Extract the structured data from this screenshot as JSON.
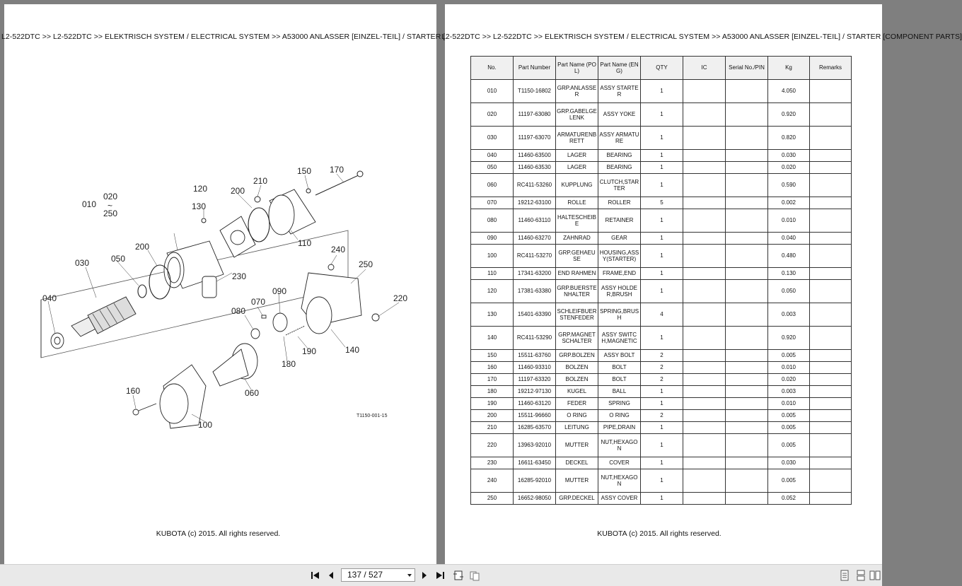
{
  "breadcrumb": "L2-522DTC >> L2-522DTC >> ELEKTRISCH SYSTEM / ELECTRICAL SYSTEM >> A53000   ANLASSER [EINZEL-TEIL] / STARTER [COMPONENT PARTS]",
  "footer": "KUBOTA (c) 2015. All rights reserved.",
  "diagram": {
    "figure_code": "T1150-001-15",
    "callouts": [
      "010",
      "020",
      "~",
      "250",
      "030",
      "040",
      "050",
      "060",
      "070",
      "080",
      "090",
      "100",
      "110",
      "120",
      "130",
      "140",
      "150",
      "160",
      "170",
      "180",
      "190",
      "200",
      "200",
      "210",
      "220",
      "230",
      "240",
      "250"
    ]
  },
  "table": {
    "headers": [
      "No.",
      "Part Number",
      "Part Name (POL)",
      "Part Name (ENG)",
      "QTY",
      "IC",
      "Serial No./PIN",
      "Kg",
      "Remarks"
    ],
    "rows": [
      [
        "010",
        "T1150-16802",
        "GRP.ANLASSER",
        "ASSY STARTER",
        "1",
        "",
        "",
        "4.050",
        ""
      ],
      [
        "020",
        "11197-63080",
        "GRP.GABELGELENK",
        "ASSY YOKE",
        "1",
        "",
        "",
        "0.920",
        ""
      ],
      [
        "030",
        "11197-63070",
        "ARMATURENBRETT",
        "ASSY ARMATURE",
        "1",
        "",
        "",
        "0.820",
        ""
      ],
      [
        "040",
        "11460-63500",
        "LAGER",
        "BEARING",
        "1",
        "",
        "",
        "0.030",
        ""
      ],
      [
        "050",
        "11460-63530",
        "LAGER",
        "BEARING",
        "1",
        "",
        "",
        "0.020",
        ""
      ],
      [
        "060",
        "RC411-53260",
        "KUPPLUNG",
        "CLUTCH,STARTER",
        "1",
        "",
        "",
        "0.590",
        ""
      ],
      [
        "070",
        "19212-63100",
        "ROLLE",
        "ROLLER",
        "5",
        "",
        "",
        "0.002",
        ""
      ],
      [
        "080",
        "11460-63110",
        "HALTESCHEIBE",
        "RETAINER",
        "1",
        "",
        "",
        "0.010",
        ""
      ],
      [
        "090",
        "11460-63270",
        "ZAHNRAD",
        "GEAR",
        "1",
        "",
        "",
        "0.040",
        ""
      ],
      [
        "100",
        "RC411-53270",
        "GRP.GEHAEUSE",
        "HOUSING,ASSY(STARTER)",
        "1",
        "",
        "",
        "0.480",
        ""
      ],
      [
        "110",
        "17341-63200",
        "END RAHMEN",
        "FRAME,END",
        "1",
        "",
        "",
        "0.130",
        ""
      ],
      [
        "120",
        "17381-63380",
        "GRP.BUERSTENHALTER",
        "ASSY HOLDER,BRUSH",
        "1",
        "",
        "",
        "0.050",
        ""
      ],
      [
        "130",
        "15401-63390",
        "SCHLEIFBUERSTENFEDER",
        "SPRING,BRUSH",
        "4",
        "",
        "",
        "0.003",
        ""
      ],
      [
        "140",
        "RC411-53290",
        "GRP.MAGNETSCHALTER",
        "ASSY SWITCH,MAGNETIC",
        "1",
        "",
        "",
        "0.920",
        ""
      ],
      [
        "150",
        "15511-63760",
        "GRP.BOLZEN",
        "ASSY BOLT",
        "2",
        "",
        "",
        "0.005",
        ""
      ],
      [
        "160",
        "11460-93310",
        "BOLZEN",
        "BOLT",
        "2",
        "",
        "",
        "0.010",
        ""
      ],
      [
        "170",
        "11197-63320",
        "BOLZEN",
        "BOLT",
        "2",
        "",
        "",
        "0.020",
        ""
      ],
      [
        "180",
        "19212-97130",
        "KUGEL",
        "BALL",
        "1",
        "",
        "",
        "0.003",
        ""
      ],
      [
        "190",
        "11460-63120",
        "FEDER",
        "SPRING",
        "1",
        "",
        "",
        "0.010",
        ""
      ],
      [
        "200",
        "15511-96660",
        "O RING",
        "O RING",
        "2",
        "",
        "",
        "0.005",
        ""
      ],
      [
        "210",
        "16285-63570",
        "LEITUNG",
        "PIPE,DRAIN",
        "1",
        "",
        "",
        "0.005",
        ""
      ],
      [
        "220",
        "13963-92010",
        "MUTTER",
        "NUT,HEXAGON",
        "1",
        "",
        "",
        "0.005",
        ""
      ],
      [
        "230",
        "16611-63450",
        "DECKEL",
        "COVER",
        "1",
        "",
        "",
        "0.030",
        ""
      ],
      [
        "240",
        "16285-92010",
        "MUTTER",
        "NUT,HEXAGON",
        "1",
        "",
        "",
        "0.005",
        ""
      ],
      [
        "250",
        "16652-98050",
        "GRP.DECKEL",
        "ASSY COVER",
        "1",
        "",
        "",
        "0.052",
        ""
      ]
    ]
  },
  "toolbar": {
    "page_indicator": "137 / 527",
    "icons": [
      "first-page-icon",
      "prev-page-icon",
      "next-page-icon",
      "last-page-icon",
      "fit-page-icon",
      "two-page-icon",
      "single-page-view-icon",
      "continuous-view-icon",
      "facing-view-icon"
    ]
  }
}
